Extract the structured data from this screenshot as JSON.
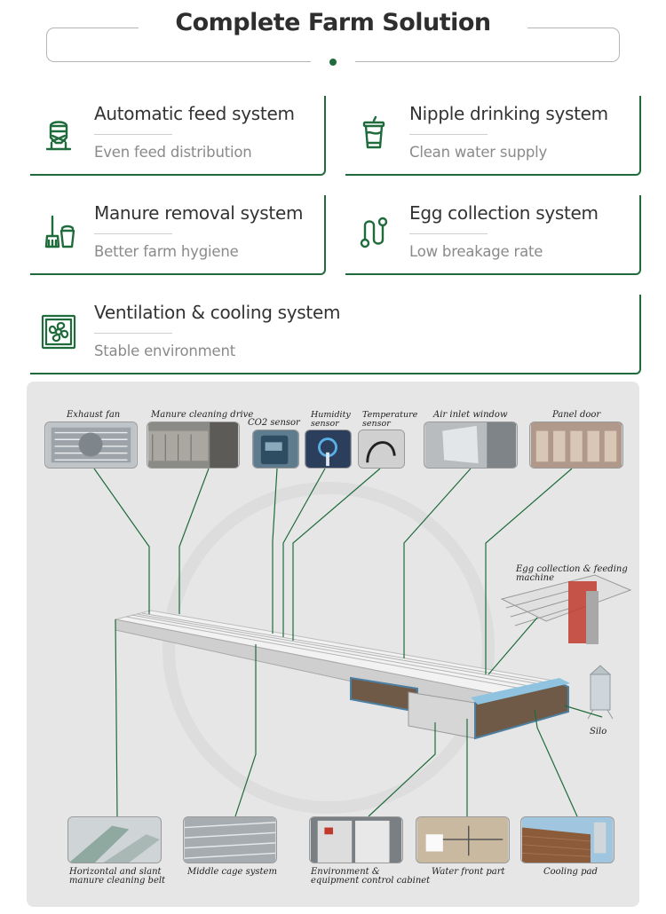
{
  "header": {
    "title": "Complete Farm Solution"
  },
  "colors": {
    "accent": "#1f6b3b",
    "title": "#2e2e2e",
    "subtitle": "#8a8a8a",
    "diagram_bg": "#e6e6e6"
  },
  "features": [
    {
      "title": "Automatic feed system",
      "subtitle": "Even feed distribution",
      "icon": "feed-silo-icon"
    },
    {
      "title": "Nipple drinking system",
      "subtitle": "Clean water supply",
      "icon": "water-cup-icon"
    },
    {
      "title": "Manure removal system",
      "subtitle": "Better farm hygiene",
      "icon": "broom-bucket-icon"
    },
    {
      "title": "Egg collection system",
      "subtitle": "Low breakage rate",
      "icon": "egg-collection-icon"
    },
    {
      "title": "Ventilation & cooling system",
      "subtitle": "Stable environment",
      "icon": "fan-icon"
    }
  ],
  "diagram": {
    "top_labels": {
      "exhaust_fan": "Exhaust fan",
      "manure_drive": "Manure cleaning drive",
      "co2": "CO2 sensor",
      "humidity": [
        "Humidity",
        "sensor"
      ],
      "temperature": [
        "Temperature",
        "sensor"
      ],
      "air_inlet": "Air inlet window",
      "panel_door": "Panel door"
    },
    "side_labels": {
      "egg_machine": [
        "Egg collection & feeding",
        "machine"
      ],
      "silo": "Silo"
    },
    "bottom_labels": {
      "belt": [
        "Horizontal and slant",
        "manure cleaning belt"
      ],
      "middle_cage": "Middle cage system",
      "cabinet": [
        "Environment &",
        "equipment control cabinet"
      ],
      "water_front": "Water front part",
      "cooling_pad": "Cooling pad"
    }
  }
}
